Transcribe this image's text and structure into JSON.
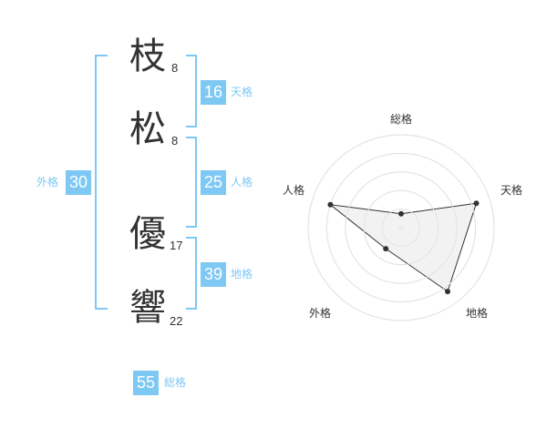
{
  "name": {
    "characters": [
      {
        "char": "枝",
        "strokes": "8"
      },
      {
        "char": "松",
        "strokes": "8"
      },
      {
        "char": "優",
        "strokes": "17"
      },
      {
        "char": "響",
        "strokes": "22"
      }
    ]
  },
  "kaku": {
    "tenkaku": {
      "value": "16",
      "label": "天格"
    },
    "jinkaku": {
      "value": "25",
      "label": "人格"
    },
    "chikaku": {
      "value": "39",
      "label": "地格"
    },
    "gaikaku": {
      "value": "30",
      "label": "外格"
    },
    "soukaku": {
      "value": "55",
      "label": "総格"
    }
  },
  "radar": {
    "axis_labels": [
      "総格",
      "天格",
      "地格",
      "外格",
      "人格"
    ],
    "values": [
      0.15,
      0.85,
      0.85,
      0.28,
      0.8
    ],
    "color": "#333333",
    "fill": "#f0f0f0"
  },
  "colors": {
    "accent": "#7ec8f4",
    "text": "#333333"
  }
}
